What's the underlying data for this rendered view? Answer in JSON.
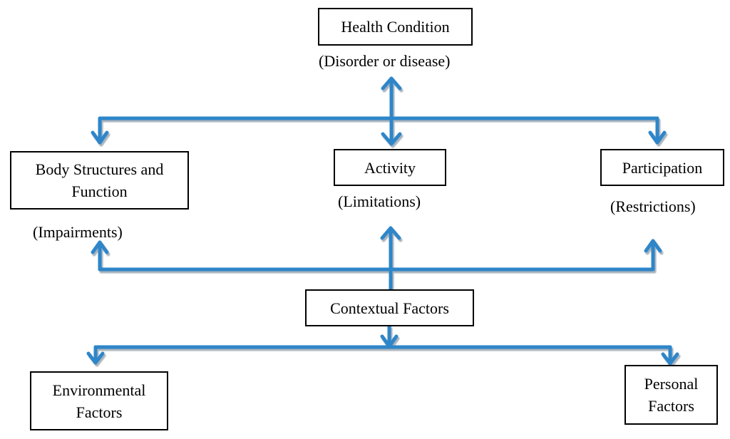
{
  "diagram": {
    "health_condition": {
      "title": "Health Condition",
      "qualifier": "(Disorder or disease)"
    },
    "body_structures": {
      "title_line1": "Body Structures and",
      "title_line2": "Function",
      "qualifier": "(Impairments)"
    },
    "activity": {
      "title": "Activity",
      "qualifier": "(Limitations)"
    },
    "participation": {
      "title": "Participation",
      "qualifier": "(Restrictions)"
    },
    "contextual_factors": {
      "title": "Contextual Factors"
    },
    "environmental_factors": {
      "title_line1": "Environmental",
      "title_line2": "Factors"
    },
    "personal_factors": {
      "title_line1": "Personal",
      "title_line2": "Factors"
    }
  },
  "colors": {
    "arrow": "#2e86c9",
    "arrow_shadow": "#a7b3bd",
    "box_border": "#000000"
  }
}
